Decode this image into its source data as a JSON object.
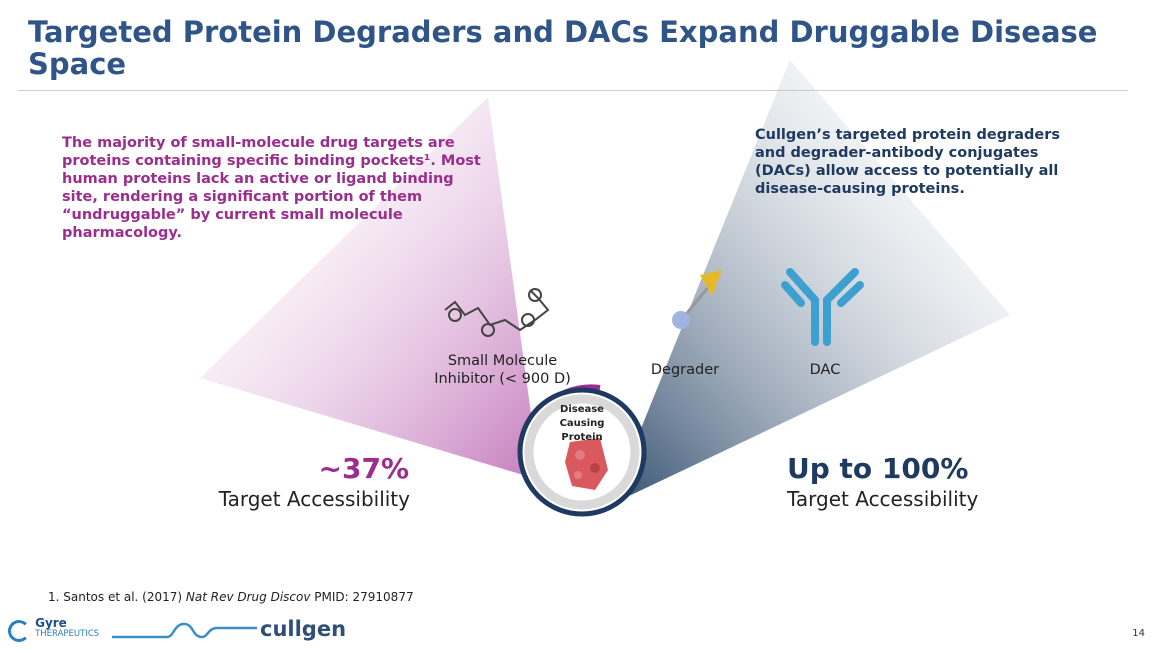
{
  "title": "Targeted Protein Degraders and DACs Expand Druggable Disease Space",
  "left_text": "The majority of small-molecule drug targets are proteins containing specific binding pockets¹. Most human proteins lack an active or ligand binding site, rendering a significant portion of them “undruggable” by current small molecule pharmacology.",
  "right_text": "Cullgen’s targeted protein degraders and degrader-antibody conjugates (DACs) allow access to potentially all disease-causing proteins.",
  "small_molecule_label_1": "Small Molecule",
  "small_molecule_label_2": "Inhibitor (< 900 D)",
  "degrader_label": "Degrader",
  "dac_label": "DAC",
  "protein_label_1": "Disease",
  "protein_label_2": "Causing Protein",
  "left_stat": "~37%",
  "left_stat_sub": "Target Accessibility",
  "right_stat": "Up to 100%",
  "right_stat_sub": "Target Accessibility",
  "footnote": {
    "prefix": "1. Santos et al. (2017) ",
    "journal": "Nat Rev Drug Discov",
    "suffix": " PMID: 27910877"
  },
  "logos": {
    "gyre": "Gyre",
    "gyre_sub": "THERAPEUTICS",
    "cullgen": "cullgen"
  },
  "page_number": "14",
  "colors": {
    "title": "#2f5588",
    "magenta": "#9b2d8e",
    "navy": "#1f3a60"
  }
}
